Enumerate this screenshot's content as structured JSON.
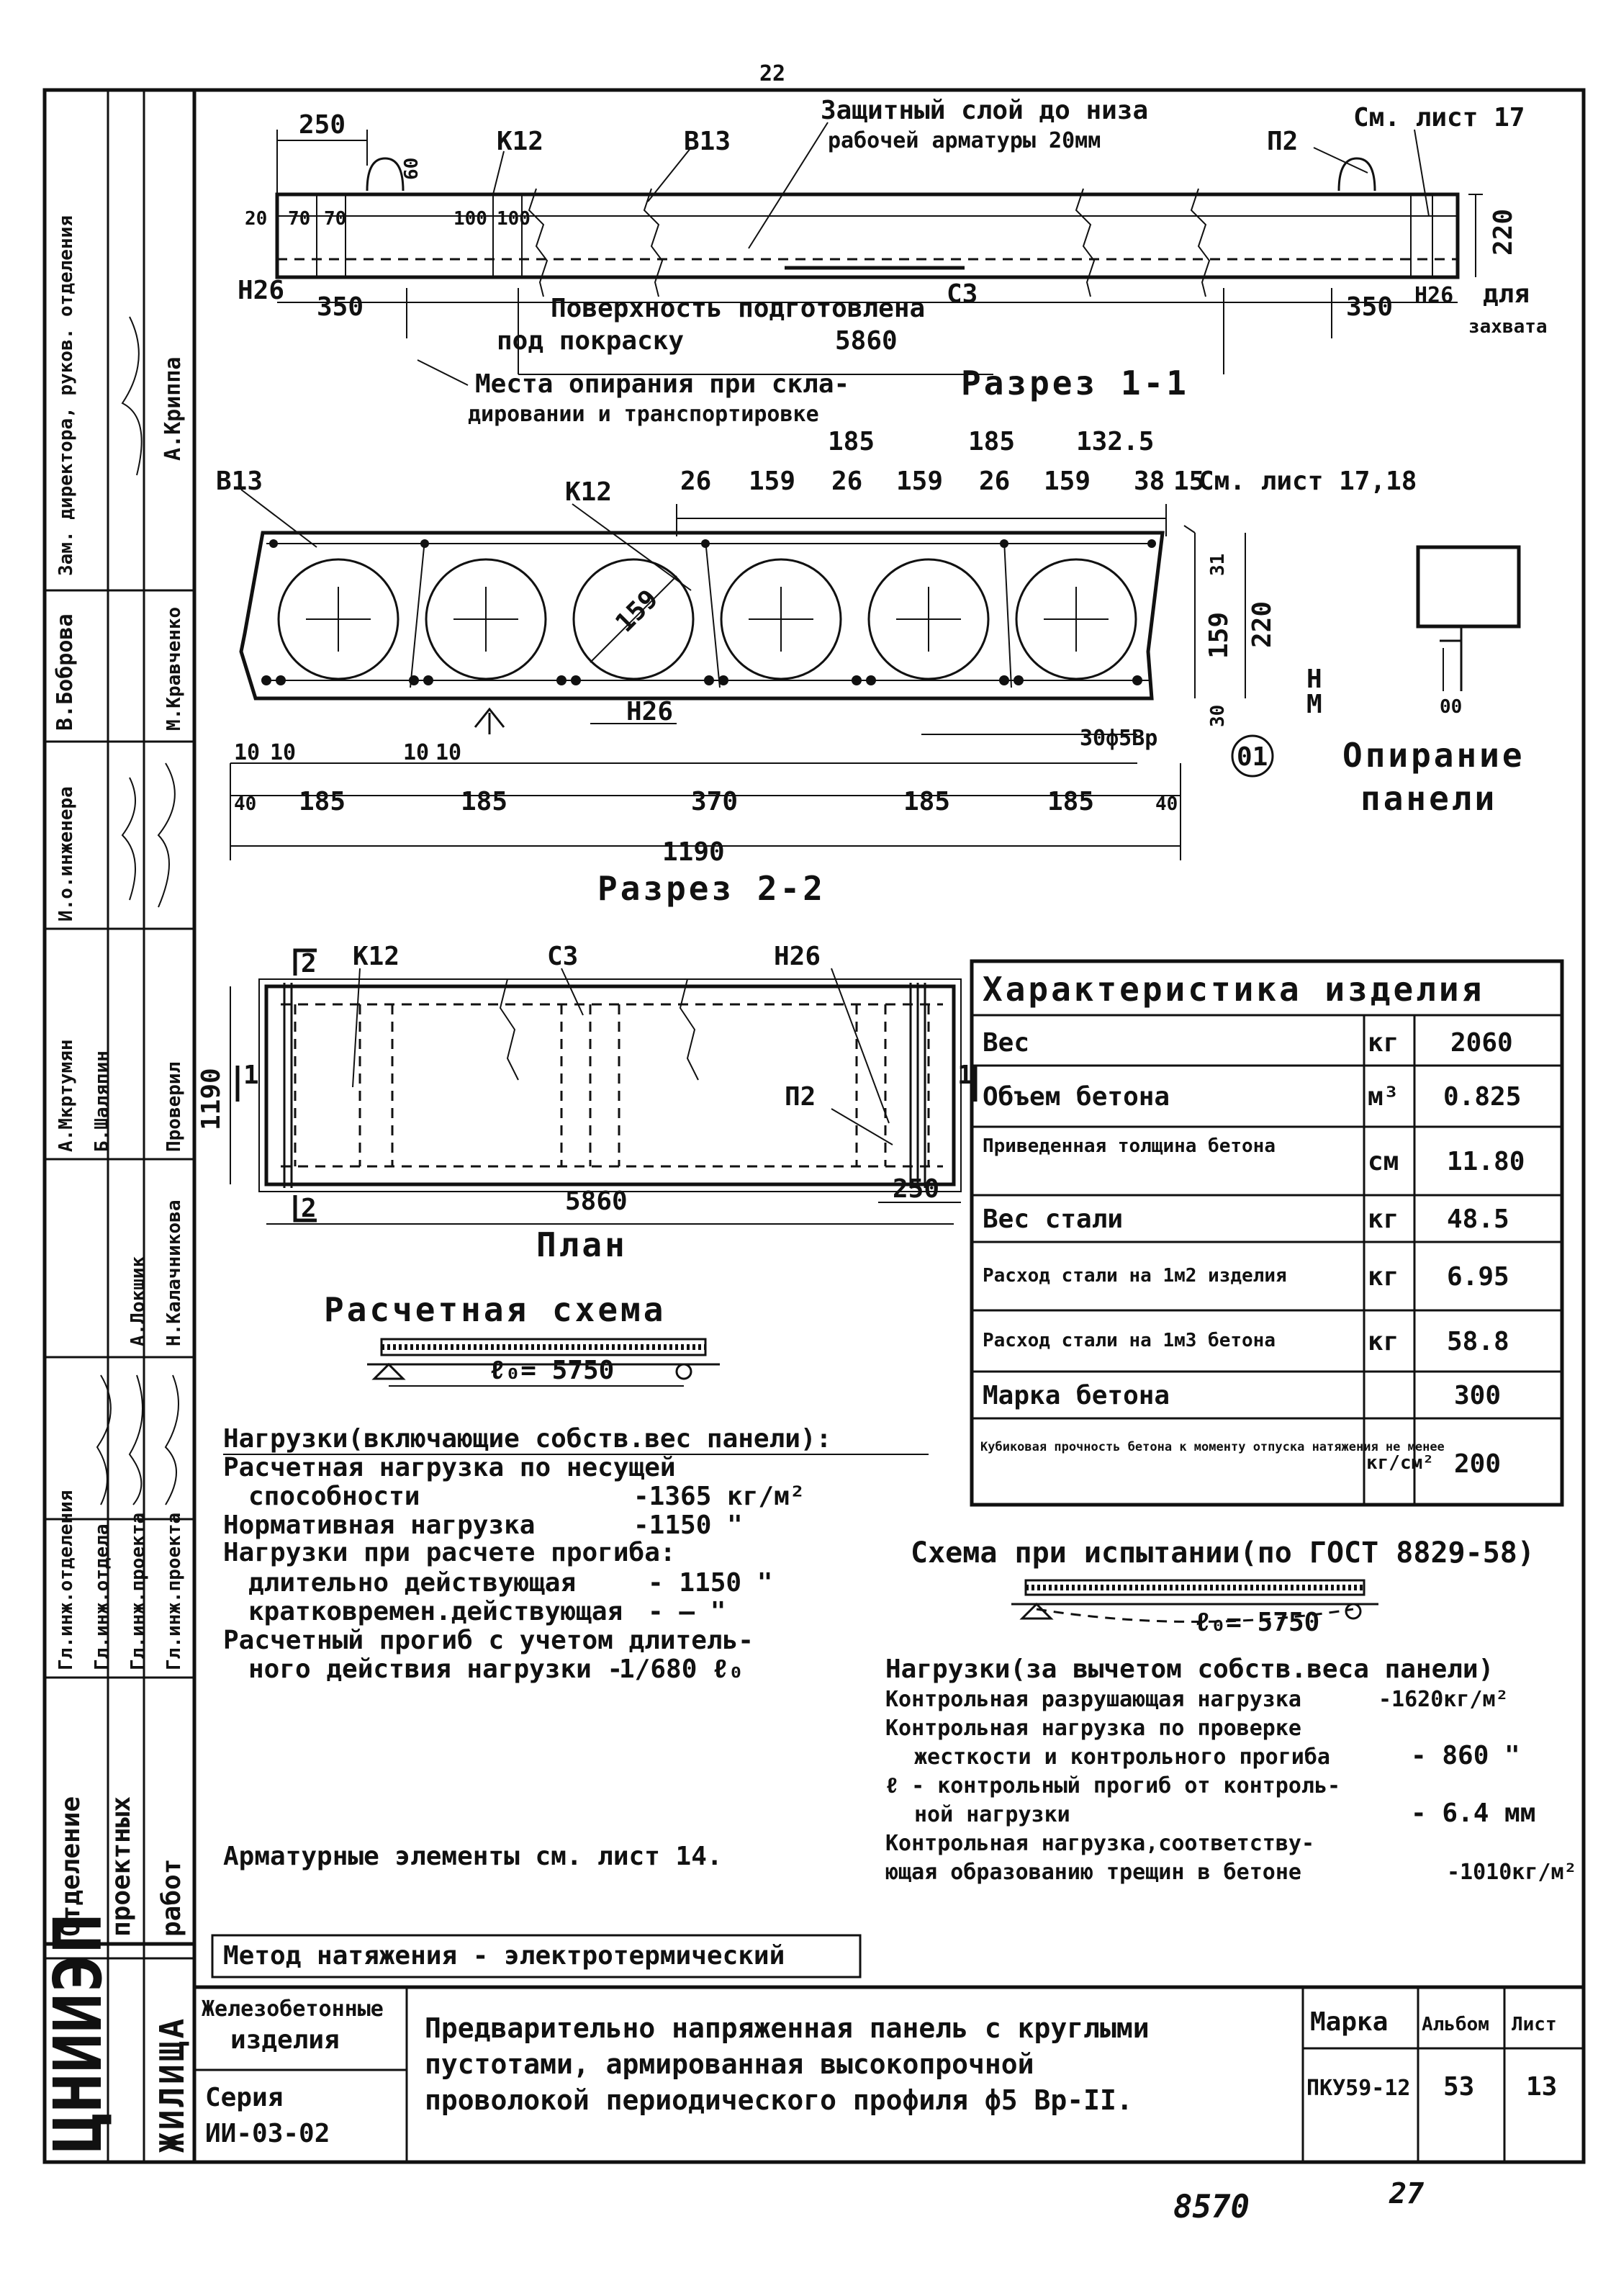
{
  "page_top_mark": "22",
  "elevation": {
    "dim_250": "250",
    "dim_60": "60",
    "k12": "К12",
    "b13": "В13",
    "cover_note_1": "Защитный слой до низа",
    "cover_note_2": "рабочей арматуры 20мм",
    "p2": "П2",
    "see_sheet": "См. лист 17",
    "dim_20": "20",
    "dim_70a": "70",
    "dim_70b": "70",
    "dim_100a": "100",
    "dim_100b": "100",
    "dim_220": "220",
    "n26_left": "Н26",
    "n26_right": "Н26",
    "dim_350_left": "350",
    "dim_350_right": "350",
    "surface_note_1": "Поверхность подготовлена",
    "surface_note_2": "под покраску",
    "c3": "С3",
    "length_5860": "5860",
    "for_grip_1": "для",
    "for_grip_2": "захвата",
    "support_note_1": "Места опирания при скла-",
    "support_note_2": "дировании и транспортировке",
    "section_title": "Разрез 1-1"
  },
  "cross_section": {
    "b13": "В13",
    "k12": "К12",
    "dim_185a": "185",
    "dim_185b": "185",
    "dim_1325": "132.5",
    "dim_26a": "26",
    "dim_159a": "159",
    "dim_26b": "26",
    "dim_159b": "159",
    "dim_26c": "26",
    "dim_159c": "159",
    "dim_38": "38",
    "dim_15": "15",
    "see_sheets": "См. лист 17,18",
    "dim_31": "31",
    "dim_159_vert": "159",
    "dim_220_vert": "220",
    "dim_30_vert": "30",
    "diameter": "159",
    "n26": "Н26",
    "wires": "30ф5Вр",
    "circle_mark": "01",
    "dim_10a": "10",
    "dim_10b": "10",
    "dim_10c": "10",
    "dim_10d": "10",
    "dim_40a": "40",
    "dim_185c": "185",
    "dim_185d": "185",
    "dim_370": "370",
    "dim_185e": "185",
    "dim_185f": "185",
    "dim_40b": "40",
    "width_1190": "1190",
    "section_title": "Разрез 2-2",
    "h": "Н",
    "m": "М",
    "dim_00": "00"
  },
  "support_detail": {
    "title_1": "Опирание",
    "title_2": "панели"
  },
  "plan": {
    "mark_2_top": "2",
    "mark_2_bottom": "2",
    "k12": "К12",
    "c3": "С3",
    "n26": "Н26",
    "p2": "П2",
    "dim_1190": "1190",
    "mark_1_left": "1",
    "mark_1_right": "1",
    "length_5860": "5860",
    "dim_250": "250",
    "title": "План"
  },
  "characteristics": {
    "title": "Характеристика изделия",
    "rows": [
      {
        "name": "Вес",
        "unit": "кг",
        "value": "2060"
      },
      {
        "name": "Объем бетона",
        "unit": "м³",
        "value": "0.825"
      },
      {
        "name": "Приведенная толщина бетона",
        "unit": "см",
        "value": "11.80"
      },
      {
        "name": "Вес стали",
        "unit": "кг",
        "value": "48.5"
      },
      {
        "name": "Расход стали на 1м2 изделия",
        "unit": "кг",
        "value": "6.95"
      },
      {
        "name": "Расход стали на 1м3 бетона",
        "unit": "кг",
        "value": "58.8"
      },
      {
        "name": "Марка бетона",
        "unit": "",
        "value": "300"
      },
      {
        "name": "Кубиковая прочность бетона к моменту отпуска натяжения не менее",
        "unit": "кг/см²",
        "value": "200"
      }
    ]
  },
  "design_scheme": {
    "title": "Расчетная схема",
    "span": "ℓ₀= 5750"
  },
  "loads": {
    "heading": "Нагрузки(включающие собств.вес панели):",
    "lines": [
      {
        "text": "Расчетная нагрузка по несущей",
        "value": ""
      },
      {
        "text": "способности",
        "value": "-1365 кг/м²"
      },
      {
        "text": "Нормативная нагрузка",
        "value": "-1150 \""
      },
      {
        "text": "Нагрузки при расчете прогиба:",
        "value": ""
      },
      {
        "text": "длительно действующая",
        "value": "- 1150 \""
      },
      {
        "text": "кратковремен.действующая",
        "value": "- — \""
      },
      {
        "text": "Расчетный прогиб с учетом длитель-",
        "value": ""
      },
      {
        "text": "ного действия нагрузки -",
        "value": "1/680 ℓ₀"
      }
    ]
  },
  "rebar_note": "Арматурные элементы см. лист 14.",
  "test_scheme": {
    "title": "Схема при испытании(по ГОСТ 8829-58)",
    "span": "ℓ₀= 5750",
    "load_heading": "Нагрузки(за вычетом собств.веса панели)",
    "lines": [
      {
        "text": "Контрольная разрушающая нагрузка",
        "value": "-1620кг/м²"
      },
      {
        "text": "Контрольная нагрузка по проверке",
        "value": ""
      },
      {
        "text": "жесткости и контрольного прогиба",
        "value": "- 860 \""
      },
      {
        "text": "ℓ - контрольный прогиб от контроль-",
        "value": ""
      },
      {
        "text": "ной нагрузки",
        "value": "- 6.4 мм"
      },
      {
        "text": "Контрольная нагрузка,соответству-",
        "value": ""
      },
      {
        "text": "ющая образованию трещин в бетоне",
        "value": "-1010кг/м²"
      }
    ]
  },
  "method_box": "Метод натяжения - электротермический",
  "title_block": {
    "org_logo": "ЦНИИЭП",
    "org_sub": "ЖИЛИЩА",
    "dept_1": "Отделение",
    "dept_2": "проектных",
    "dept_3": "работ",
    "product_group_1": "Железобетонные",
    "product_group_2": "изделия",
    "series_1": "Серия",
    "series_2": "ИИ-03-02",
    "description_1": "Предварительно напряженная панель с круглыми",
    "description_2": "пустотами, армированная высокопрочной",
    "description_3": "проволокой периодического профиля ф5 Вр-II.",
    "mark_header": "Марка",
    "mark_value": "ПКУ59-12",
    "album_header": "Альбом",
    "album_value": "53",
    "sheet_header": "Лист",
    "sheet_value": "13"
  },
  "signatures": {
    "roles": [
      "Зам. директора, руков. отделения",
      "В.Боброва",
      "И.о.инженера",
      "Проверил",
      "Гл.инж.отделения",
      "Гл.инж.отдела",
      "Гл.инж.проекта",
      "Гл.инж.проекта"
    ],
    "names": [
      "А.Криппа",
      "М.Кравченко",
      "А.Мкртумян",
      "Б.Шаляпин",
      "А.Локшик",
      "Н.Калачникова"
    ]
  },
  "bottom_marks": {
    "note_left": "8570",
    "note_right": "27"
  }
}
